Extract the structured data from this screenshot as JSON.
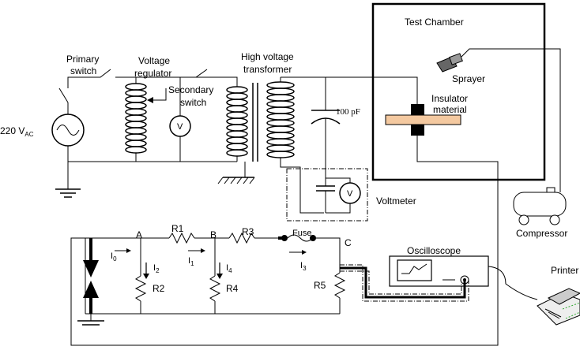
{
  "labels": {
    "source_voltage": "220 V",
    "source_voltage_sub": "AC",
    "primary_switch_l1": "Primary",
    "primary_switch_l2": "switch",
    "voltage_regulator_l1": "Voltage",
    "voltage_regulator_l2": "regulator",
    "secondary_switch_l1": "Secondary",
    "secondary_switch_l2": "switch",
    "hv_transformer_l1": "High voltage",
    "hv_transformer_l2": "transformer",
    "test_chamber": "Test Chamber",
    "sprayer": "Sprayer",
    "insulator_l1": "Insulator",
    "insulator_l2": "material",
    "capacitor_value": "100 pF",
    "voltmeter": "Voltmeter",
    "compressor": "Compressor",
    "printer": "Printer",
    "oscilloscope": "Oscilloscope",
    "fuse": "Fuse",
    "meter_symbol": "V",
    "meter_symbol2": "V",
    "node_a": "A",
    "node_b": "B",
    "node_c": "C",
    "r1": "R1",
    "r2": "R2",
    "r3": "R3",
    "r4": "R4",
    "r5": "R5",
    "i0": "I",
    "i0_sub": "0",
    "i1": "I",
    "i1_sub": "1",
    "i2": "I",
    "i2_sub": "2",
    "i3": "I",
    "i3_sub": "3",
    "i4": "I",
    "i4_sub": "4"
  },
  "colors": {
    "wire": "#000000",
    "insulator_fill": "#f4c9a0",
    "electrode_fill": "#000000"
  }
}
